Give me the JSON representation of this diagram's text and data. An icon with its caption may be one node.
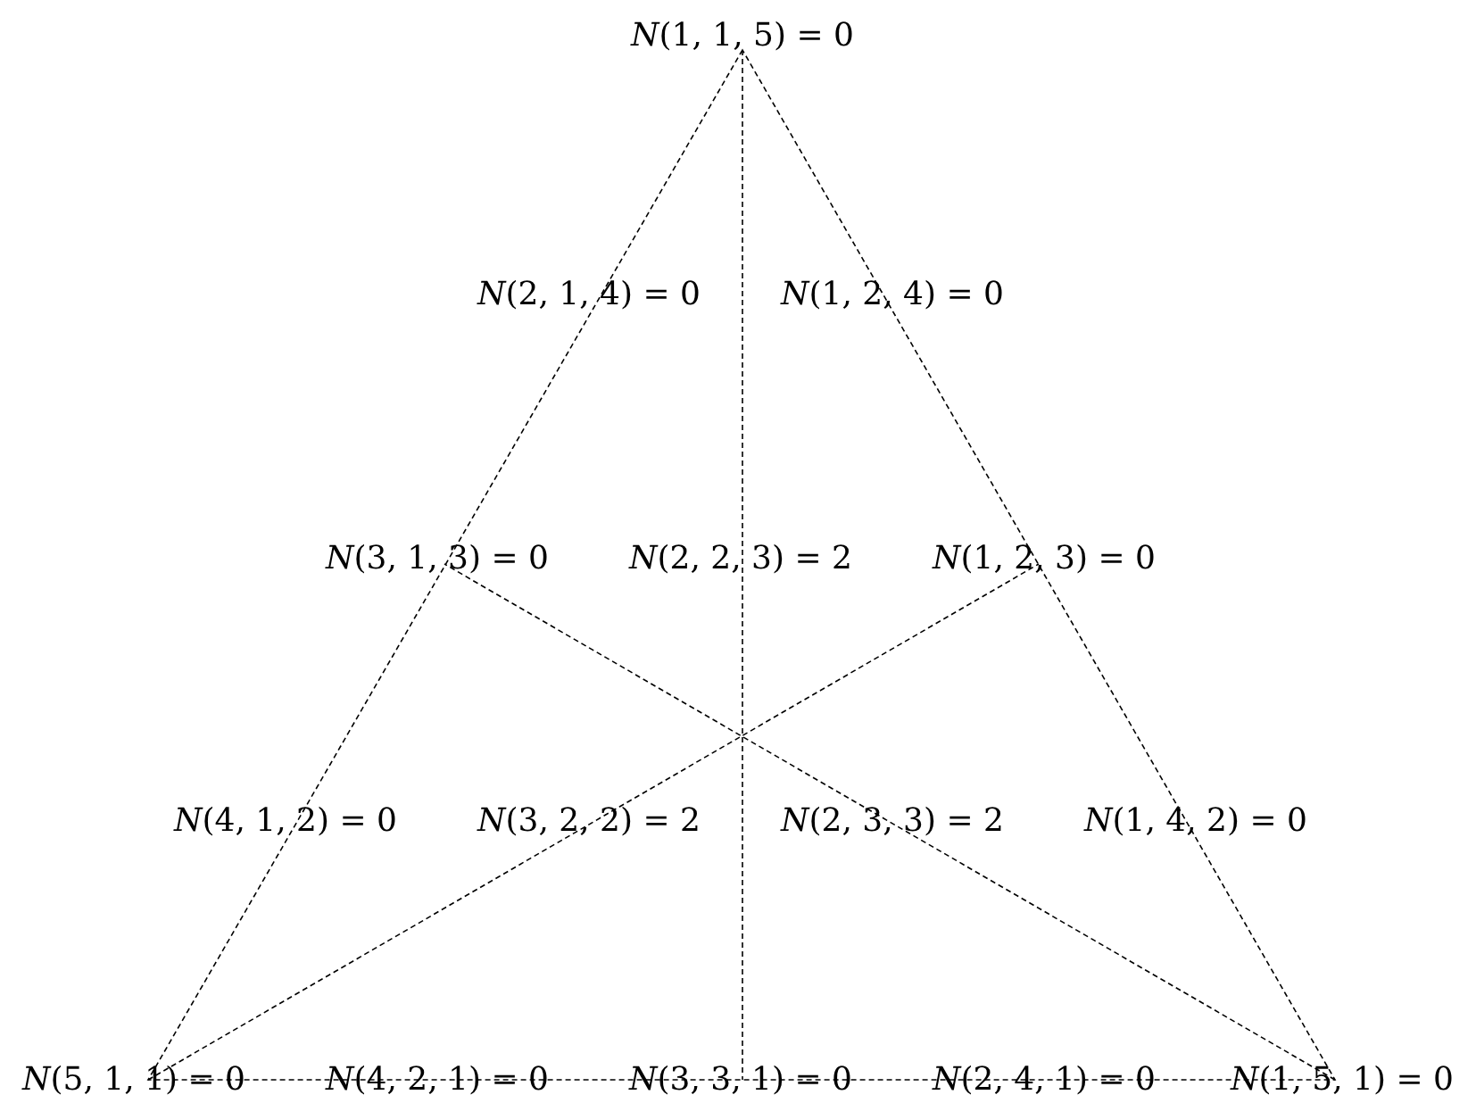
{
  "diagram": {
    "labels": [
      "*N*(1, 1, 5) = 0",
      "*N*(2, 1, 4) = 0",
      "*N*(1, 2, 4) = 0",
      "*N*(3, 1, 3) = 0",
      "*N*(2, 2, 3) = 2",
      "*N*(1, 2, 3) = 0",
      "*N*(4, 1, 2) = 0",
      "*N*(3, 2, 2) = 2",
      "*N*(2, 3, 3) = 2",
      "*N*(1, 4, 2) = 0",
      "*N*(5, 1, 1) = 0",
      "*N*(4, 2, 1) = 0",
      "*N*(3, 3, 1) = 0",
      "*N*(2, 4, 1) = 0",
      "*N*(1, 5, 1) = 0"
    ]
  }
}
